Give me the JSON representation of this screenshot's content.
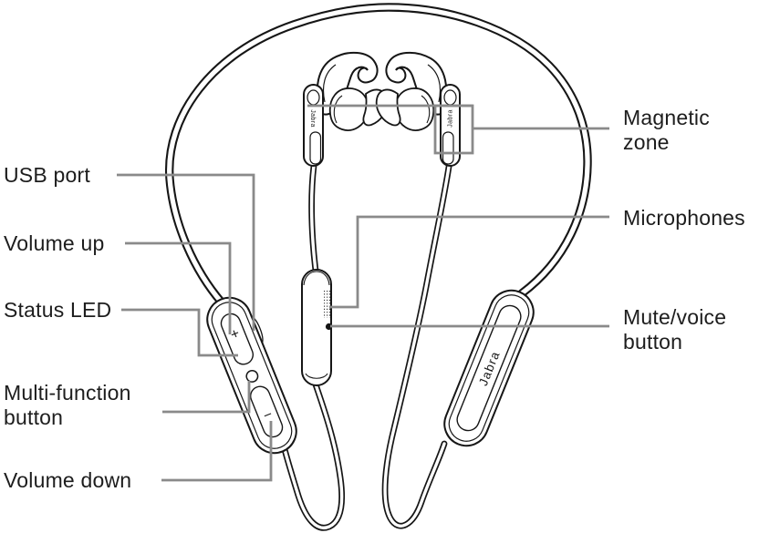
{
  "figure": {
    "type": "labeled-device-diagram",
    "device_kind": "neckband-earbud-headset"
  },
  "colors": {
    "background": "#ffffff",
    "outline": "#161616",
    "leader_line": "#8a8a8a",
    "label_text": "#1d1d1d"
  },
  "callouts": {
    "left": [
      {
        "id": "usb-port",
        "label": "USB port"
      },
      {
        "id": "volume-up",
        "label": "Volume up"
      },
      {
        "id": "status-led",
        "label": "Status LED"
      },
      {
        "id": "multi-function-button",
        "label": "Multi-function button"
      },
      {
        "id": "volume-down",
        "label": "Volume down"
      }
    ],
    "right": [
      {
        "id": "magnetic-zone",
        "label": "Magnetic zone"
      },
      {
        "id": "microphones",
        "label": "Microphones"
      },
      {
        "id": "mute-voice-button",
        "label": "Mute/voice button"
      }
    ]
  },
  "device": {
    "brand": "Jabra",
    "earbud_left_brand": "Jabra",
    "earbud_right_brand": "Jabra",
    "volume_up_glyph": "+",
    "volume_down_glyph": "−"
  }
}
